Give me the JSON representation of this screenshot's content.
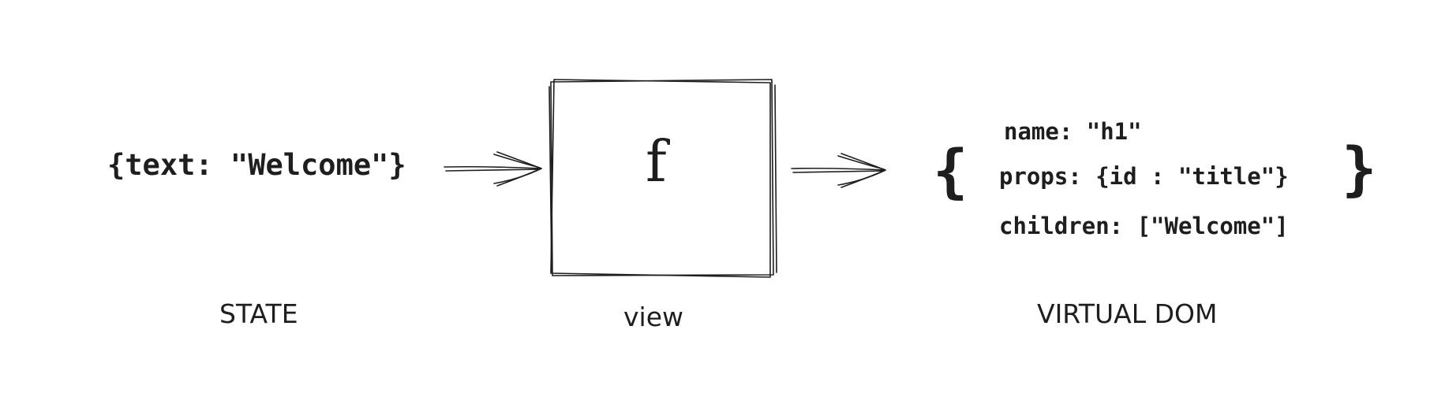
{
  "state": {
    "code": "{text: \"Welcome\"}",
    "caption": "STATE"
  },
  "view": {
    "symbol": "f",
    "caption": "view"
  },
  "vdom": {
    "open_brace": "{",
    "close_brace": "}",
    "line_name": "name: \"h1\"",
    "line_props": "props: {id : \"title\"}",
    "line_children": "children: [\"Welcome\"]",
    "caption": "VIRTUAL DOM"
  }
}
